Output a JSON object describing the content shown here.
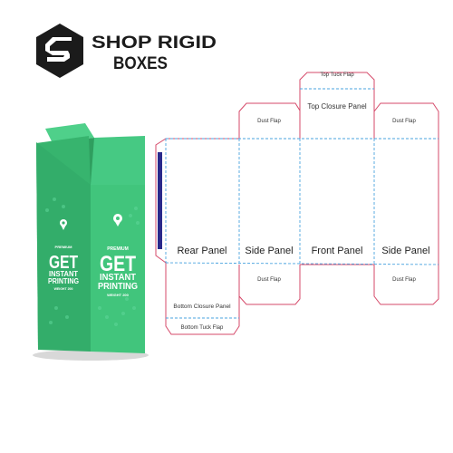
{
  "brand": {
    "line1": "SHOP RIGID",
    "line2": "BOXES",
    "logo_icon": "hexagon-s-logo"
  },
  "box": {
    "premium": "PREMIUM",
    "line1": "GET",
    "line2": "INSTANT",
    "line3": "PRINTING",
    "fine_print": "WEIGHT 200",
    "side_premium": "PREMIUM",
    "side_line1": "GET",
    "side_line2": "INSTANT",
    "side_line3": "PRINTING",
    "side_fine_print": "WEIGHT 200",
    "color": "#3ec27a",
    "dark_color": "#2aa866",
    "pin_icon": "location-pin-icon"
  },
  "dieline": {
    "cut_color": "#d64a6a",
    "fold_color": "#4aa3df",
    "glue_strip_color": "#2a2a8c",
    "panels": {
      "rear": "Rear Panel",
      "side_left": "Side Panel",
      "front": "Front Panel",
      "side_right": "Side Panel"
    },
    "flaps": {
      "top_tuck": "Top Tuck Flap",
      "top_closure": "Top Closure Panel",
      "dust_top_left": "Dust Flap",
      "dust_top_right": "Dust Flap",
      "dust_bottom_left": "Dust Flap",
      "dust_bottom_right": "Dust Flap",
      "bottom_closure": "Bottom Closure Panel",
      "bottom_tuck": "Bottom Tuck Flap"
    }
  }
}
